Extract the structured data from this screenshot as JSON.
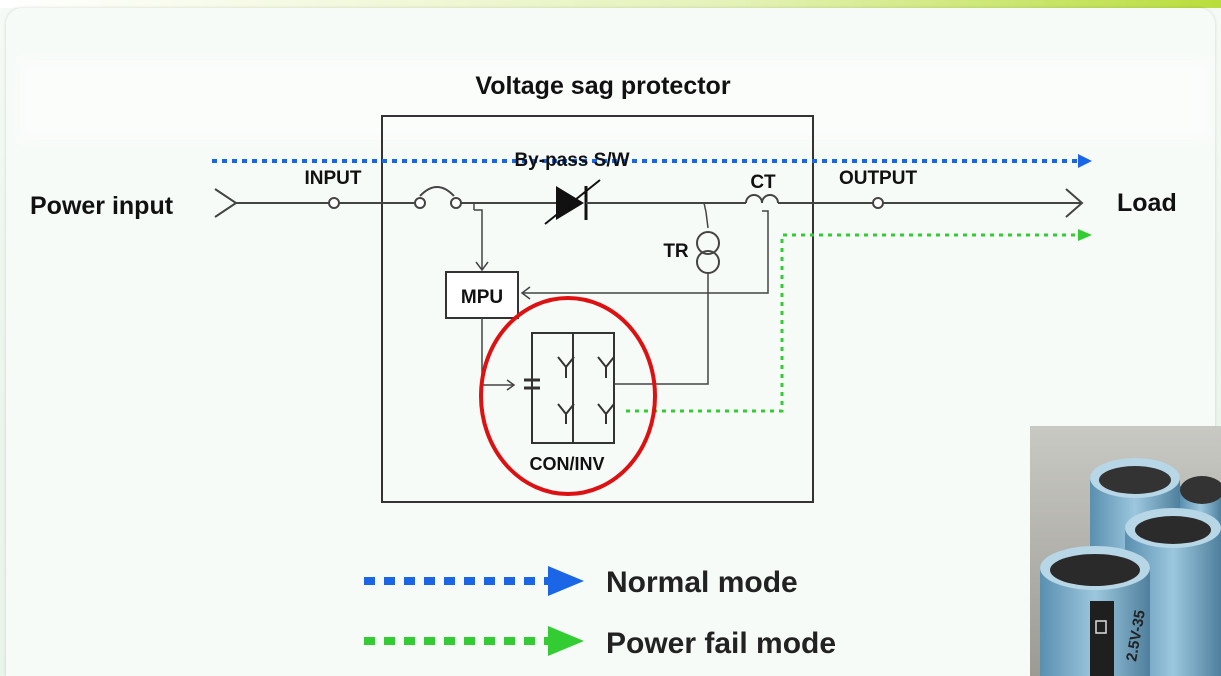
{
  "diagram": {
    "title": "Voltage sag protector",
    "labels": {
      "power_input": "Power input",
      "load": "Load",
      "input": "INPUT",
      "output": "OUTPUT",
      "bypass": "By-pass S/W",
      "ct": "CT",
      "tr": "TR",
      "mpu": "MPU",
      "con_inv": "CON/INV"
    }
  },
  "legend": {
    "items": [
      {
        "label": "Normal mode",
        "color": "#1a66e6"
      },
      {
        "label": "Power fail mode",
        "color": "#33cc33"
      }
    ]
  },
  "colors": {
    "normal": "#1a66e6",
    "power_fail": "#33cc33",
    "highlight": "#dd1111",
    "line": "#444444"
  },
  "photo": {
    "capacitor_text": "2.5V-35"
  }
}
